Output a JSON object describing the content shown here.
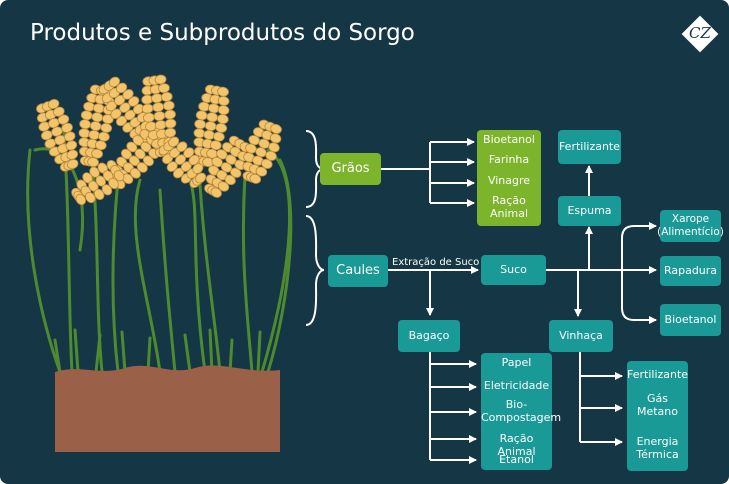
{
  "title": "Produtos e Subprodutos do Sorgo",
  "logo": "CZ",
  "colors": {
    "background": "#153645",
    "teal": "#1a9a96",
    "green": "#7cb52b",
    "grain": "#f2c46b",
    "soil": "#9b6148",
    "stem": "#4e8a2f"
  },
  "graos": {
    "label": "Grãos",
    "products": [
      "Bioetanol",
      "Farinha",
      "Vinagre",
      "Ração\nAnimal"
    ]
  },
  "caules": {
    "label": "Caules",
    "edge_label": "Extração de Suco"
  },
  "suco": {
    "label": "Suco"
  },
  "espuma": {
    "label": "Espuma"
  },
  "fertilizante_top": {
    "label": "Fertilizante"
  },
  "suco_products": [
    "Xarope\n(Alimentício)",
    "Rapadura",
    "Bioetanol"
  ],
  "bagaco": {
    "label": "Bagaço",
    "products": [
      "Papel",
      "Eletricidade",
      "Bio-\nCompostagem",
      "Ração Animal",
      "Etanol"
    ]
  },
  "vinhaca": {
    "label": "Vinhaça",
    "products": [
      "Fertilizante",
      "Gás\nMetano",
      "Energia\nTérmica"
    ]
  }
}
